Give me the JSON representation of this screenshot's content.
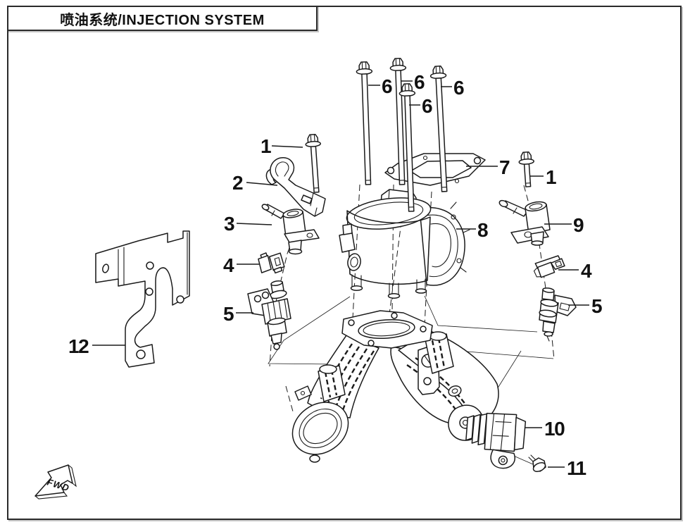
{
  "title": "喷油系统/INJECTION SYSTEM",
  "fwd_label": "FWD",
  "colors": {
    "line": "#1a1a1a",
    "background": "#ffffff",
    "frame_shadow": "#c6c6c6"
  },
  "callouts": {
    "bolt_6_a": "6",
    "bolt_6_b": "6",
    "bolt_6_c": "6",
    "bolt_6_d": "6",
    "bolt_1_left": "1",
    "bracket_2": "2",
    "pipe_joint_3": "3",
    "clamp_4_left": "4",
    "injector_5_left": "5",
    "gasket_7": "7",
    "throttle_body_8": "8",
    "bolt_1_right": "1",
    "pipe_joint_9": "9",
    "clamp_4_right": "4",
    "injector_5_right": "5",
    "sensor_10": "10",
    "bolt_11": "11",
    "bracket_12": "12"
  }
}
